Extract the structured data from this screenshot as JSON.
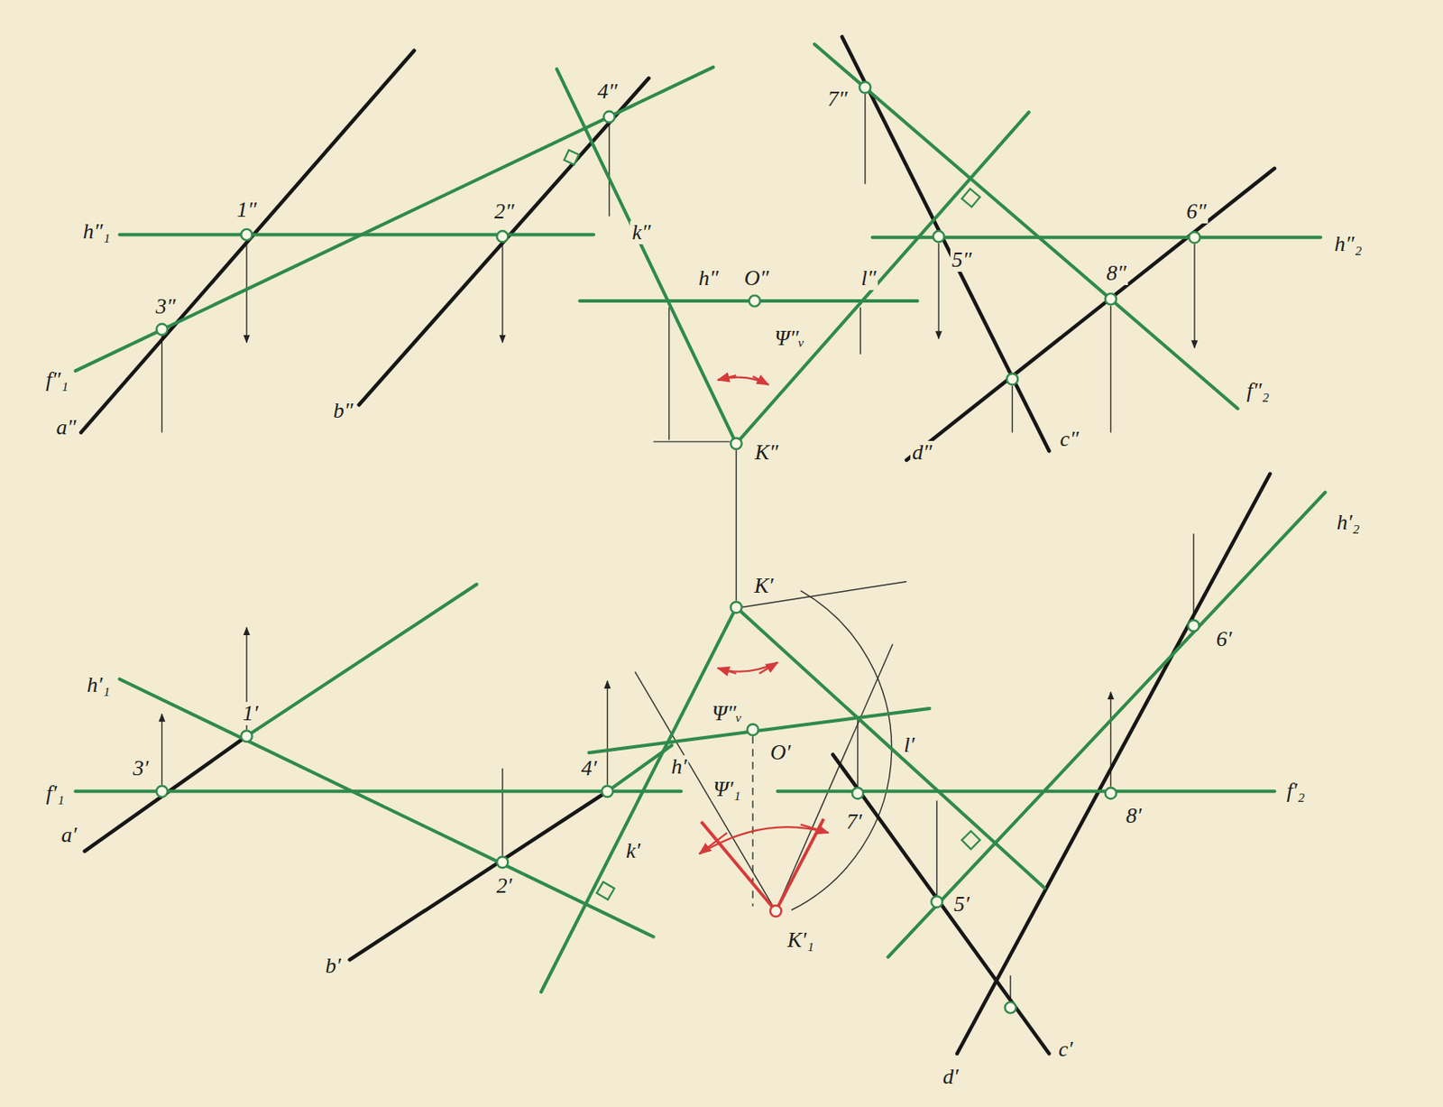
{
  "diagram": {
    "labels": [
      "h″₁",
      "1″",
      "2″",
      "3″",
      "f″₁",
      "a″",
      "b″",
      "4″",
      "k″",
      "h″",
      "O″",
      "l″",
      "Ψ″ᵥ",
      "K″",
      "7″",
      "5″",
      "6″",
      "8″",
      "h″₂",
      "f″₂",
      "d″",
      "c″",
      "K′",
      "h′₁",
      "1′",
      "3′",
      "f′₁",
      "a′",
      "4′",
      "2′",
      "b′",
      "k′",
      "Ψ″ᵥ",
      "h′",
      "O′",
      "l′",
      "Ψ′₁",
      "7′",
      "K′₁",
      "5′",
      "8′",
      "6′",
      "h′₂",
      "f′₂",
      "d′",
      "c′"
    ]
  }
}
